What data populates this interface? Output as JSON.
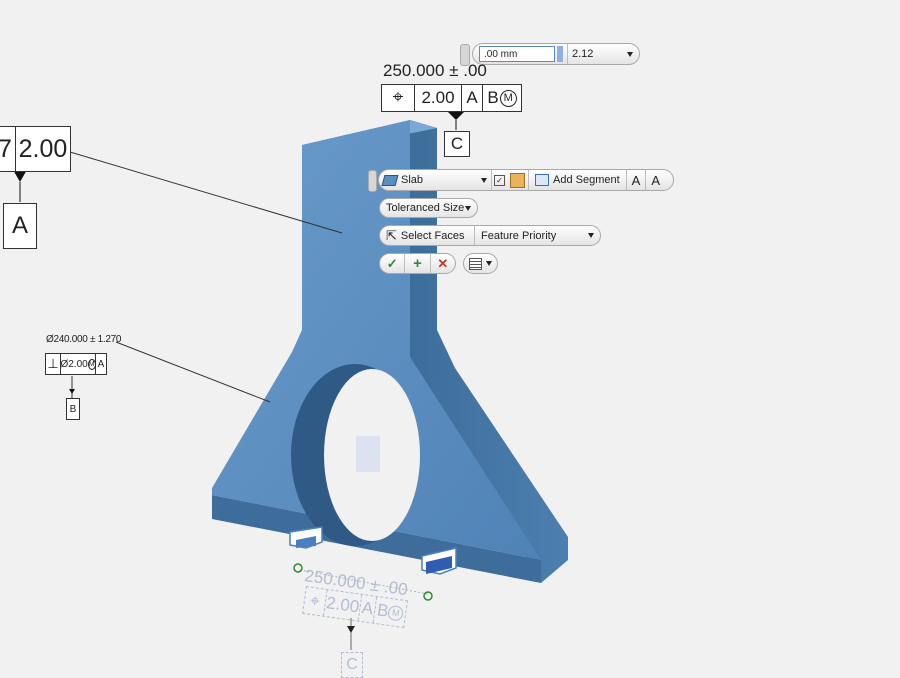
{
  "input_bar": {
    "value": ".00 mm",
    "precision": "2.12"
  },
  "main_annotation": {
    "dimension": "250.000 ± .00",
    "fcf": {
      "symbol": "⌖",
      "tolerance": "2.00",
      "datum1": "A",
      "datum2": "B",
      "modifier": "M"
    },
    "datum_label": "C"
  },
  "left_annotation": {
    "partial_symbol": "7",
    "value": "2.00",
    "datum_label": "A"
  },
  "small_annotation": {
    "dimension": "Ø240.000 ± 1.270",
    "fcf": {
      "symbol": "⊥",
      "tolerance": "Ø2.00",
      "modifier": "M",
      "datum": "A"
    },
    "datum_label": "B"
  },
  "ghost_annotation": {
    "dimension": "250.000 ± .00",
    "fcf": {
      "tolerance": "2.00",
      "datum1": "A",
      "datum2": "B",
      "modifier": "M"
    },
    "datum_label": "C"
  },
  "toolbar": {
    "feature_type": "Slab",
    "add_segment": "Add Segment",
    "toleranced_size": "Toleranced Size",
    "select_faces": "Select Faces",
    "priority": "Feature Priority"
  },
  "colors": {
    "part_face": "#5b8ec0",
    "part_side": "#3f6f9d",
    "hole_inner": "#2d5680",
    "accent_green": "#2e8b2e",
    "cancel_red": "#c0392b"
  }
}
